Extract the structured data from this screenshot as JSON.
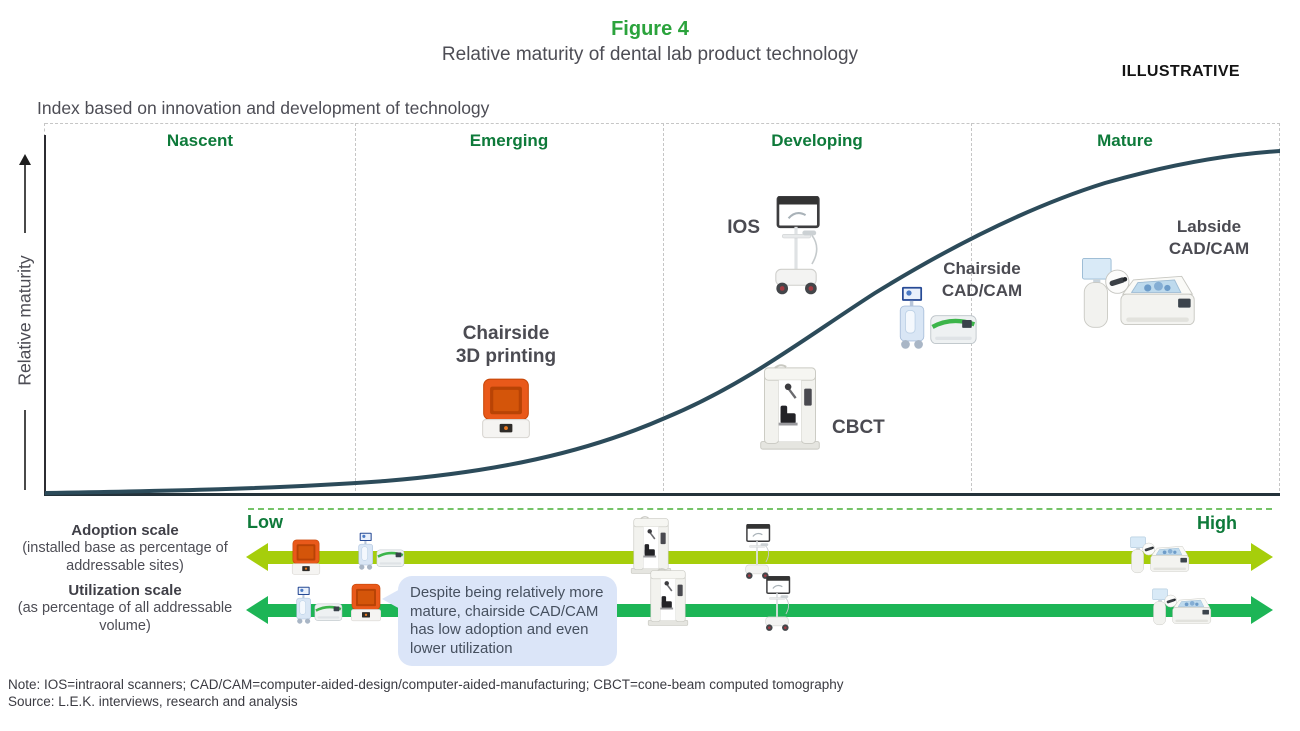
{
  "figure": {
    "label": "Figure 4",
    "title": "Relative maturity of dental lab product technology",
    "tag": "ILLUSTRATIVE",
    "subtitle": "Index based on innovation and development of technology"
  },
  "axis": {
    "y_label": "Relative maturity",
    "stages": [
      {
        "label": "Nascent"
      },
      {
        "label": "Emerging"
      },
      {
        "label": "Developing"
      },
      {
        "label": "Mature"
      }
    ]
  },
  "chart_data": {
    "type": "line",
    "title": "Relative maturity of dental lab product technology",
    "subtitle": "Index based on innovation and development of technology",
    "ylabel": "Relative maturity",
    "x_stages": [
      "Nascent",
      "Emerging",
      "Developing",
      "Mature"
    ],
    "grid": "dashed vertical stage dividers, no numeric axes",
    "legend": false,
    "series": [
      {
        "name": "Technology maturity S-curve",
        "x_pct": [
          0,
          25,
          37,
          50,
          58,
          67,
          75,
          86,
          100
        ],
        "y_pct": [
          0,
          2,
          7,
          21,
          39,
          58,
          77,
          91,
          100
        ]
      }
    ],
    "products": [
      {
        "name": "Chairside 3D printing",
        "stage": "Emerging",
        "curve_x_pct": 37
      },
      {
        "name": "IOS",
        "stage": "Developing",
        "curve_x_pct": 60
      },
      {
        "name": "CBCT",
        "stage": "Developing",
        "curve_x_pct": 61
      },
      {
        "name": "Chairside CAD/CAM",
        "stage": "Developing",
        "curve_x_pct": 72
      },
      {
        "name": "Labside CAD/CAM",
        "stage": "Mature",
        "curve_x_pct": 88
      }
    ]
  },
  "products": {
    "ios": {
      "label": "IOS"
    },
    "printer": {
      "label1": "Chairside",
      "label2": "3D printing"
    },
    "chairside_cadcam": {
      "label1": "Chairside",
      "label2": "CAD/CAM"
    },
    "cbct": {
      "label": "CBCT"
    },
    "labside": {
      "label1": "Labside",
      "label2": "CAD/CAM"
    }
  },
  "scales": {
    "low_label": "Low",
    "high_label": "High",
    "adoption": {
      "title": "Adoption scale",
      "subtitle": "(installed base as percentage of addressable sites)",
      "icon_order": [
        "Chairside 3D printing",
        "Chairside CAD/CAM",
        "CBCT",
        "IOS",
        "Labside CAD/CAM"
      ],
      "icon_positions_pct": [
        6,
        12,
        40,
        50,
        89
      ]
    },
    "utilization": {
      "title": "Utilization scale",
      "subtitle": "(as percentage of all addressable volume)",
      "icon_order": [
        "Chairside CAD/CAM",
        "Chairside 3D printing",
        "CBCT",
        "IOS",
        "Labside CAD/CAM"
      ],
      "icon_positions_pct": [
        7,
        11,
        41,
        52,
        91
      ]
    }
  },
  "callout": {
    "text": "Despite being relatively more mature, chairside CAD/CAM has low adoption and even lower utilization"
  },
  "notes": {
    "note": "Note: IOS=intraoral scanners; CAD/CAM=computer-aided-design/computer-aided-manufacturing; CBCT=cone-beam computed tomography",
    "source": "Source: L.E.K. interviews, research and analysis"
  },
  "colors": {
    "figure_green": "#2ba33c",
    "stage_green": "#0e7a3a",
    "curve": "#2c4b5a",
    "adoption_arrow": "#a6ce0b",
    "utilization_arrow": "#1db556",
    "callout_bg": "#dbe5f8",
    "text_dark": "#4b4b54"
  }
}
